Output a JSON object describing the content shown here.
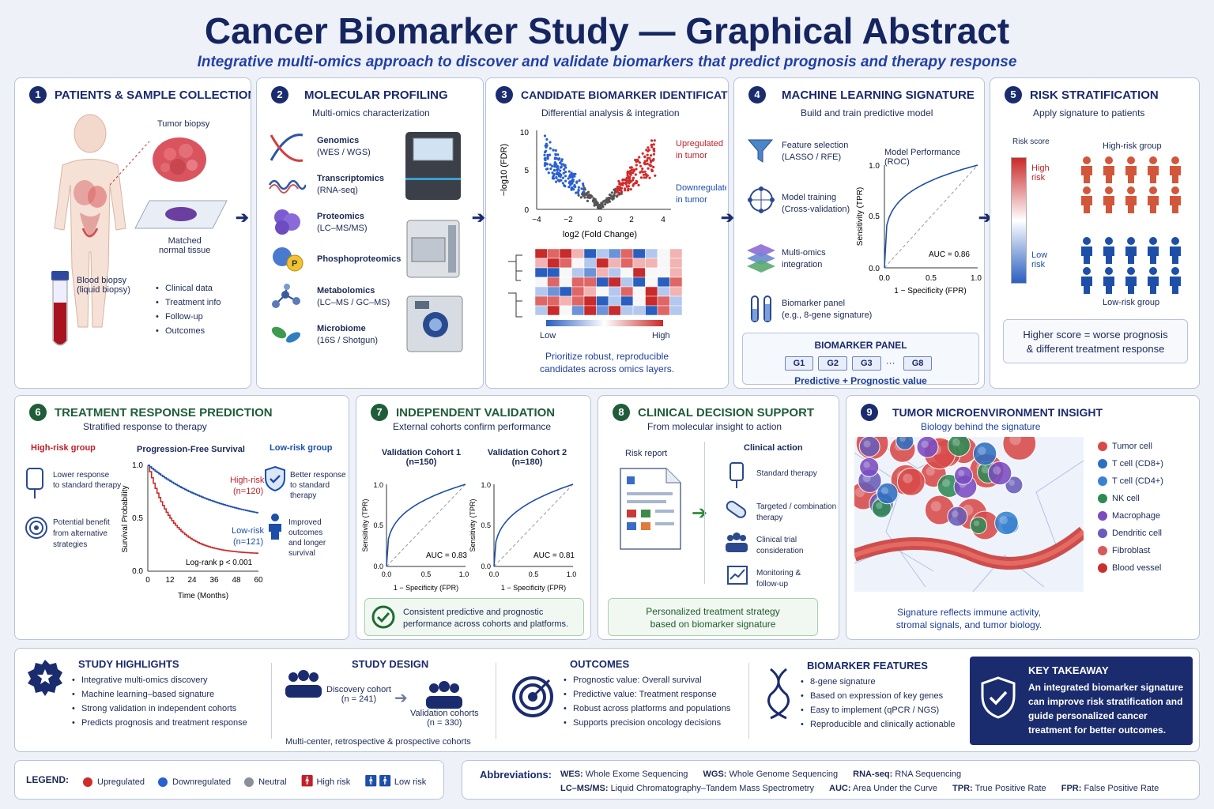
{
  "title": "Cancer Biomarker Study — Graphical Abstract",
  "subtitle": "Integrative multi-omics approach to discover and validate biomarkers that predict prognosis and therapy response",
  "p1": {
    "num": "1",
    "title": "PATIENTS & SAMPLE COLLECTION",
    "tumor": "Tumor biopsy",
    "matched": "Matched",
    "normal": "normal tissue",
    "blood1": "Blood biopsy",
    "blood2": "(liquid biopsy)",
    "list": [
      "Clinical data",
      "Treatment info",
      "Follow-up",
      "Outcomes"
    ]
  },
  "p2": {
    "num": "2",
    "title": "MOLECULAR PROFILING",
    "sub": "Multi-omics characterization",
    "items": [
      {
        "name": "Genomics",
        "detail": "(WES / WGS)"
      },
      {
        "name": "Transcriptomics",
        "detail": "(RNA-seq)"
      },
      {
        "name": "Proteomics",
        "detail": "(LC–MS/MS)"
      },
      {
        "name": "Phosphoproteomics",
        "detail": ""
      },
      {
        "name": "Metabolomics",
        "detail": "(LC–MS / GC–MS)"
      },
      {
        "name": "Microbiome",
        "detail": "(16S / Shotgun)"
      }
    ],
    "p_badge": "P"
  },
  "p3": {
    "num": "3",
    "title": "CANDIDATE BIOMARKER IDENTIFICATION",
    "sub": "Differential analysis & integration",
    "ylabel": "−log10 (FDR)",
    "xlabel": "log2 (Fold Change)",
    "up1": "Upregulated",
    "up2": "in tumor",
    "down1": "Downregulated",
    "down2": "in tumor",
    "yticks": [
      "10",
      "5",
      "0"
    ],
    "xticks": [
      "−4",
      "−2",
      "0",
      "2",
      "4"
    ],
    "low": "Low",
    "high": "High",
    "foot1": "Prioritize robust, reproducible",
    "foot2": "candidates across omics layers."
  },
  "p4": {
    "num": "4",
    "title": "MACHINE LEARNING SIGNATURE",
    "sub": "Build and train predictive model",
    "steps": [
      {
        "a": "Feature selection",
        "b": "(LASSO / RFE)"
      },
      {
        "a": "Model training",
        "b": "(Cross-validation)"
      },
      {
        "a": "Multi-omics",
        "b": "integration"
      },
      {
        "a": "Biomarker panel",
        "b": "(e.g., 8-gene signature)"
      }
    ],
    "roc_title": "Model Performance (ROC)",
    "ylabel": "Sensitivity (TPR)",
    "xlabel": "1 − Specificity (FPR)",
    "auc": "AUC = 0.86",
    "ticks": [
      "0.0",
      "0.5",
      "1.0"
    ],
    "panel_title": "BIOMARKER PANEL",
    "genes": [
      "G1",
      "G2",
      "G3",
      "···",
      "G8"
    ],
    "panel_foot": "Predictive + Prognostic value"
  },
  "p5": {
    "num": "5",
    "title": "RISK STRATIFICATION",
    "sub": "Apply signature to patients",
    "score": "Risk score",
    "high1": "High",
    "high2": "risk",
    "low1": "Low",
    "low2": "risk",
    "hgroup": "High-risk group",
    "lgroup": "Low-risk group",
    "note1": "Higher score = worse prognosis",
    "note2": "& different treatment response"
  },
  "p6": {
    "num": "6",
    "title": "TREATMENT RESPONSE PREDICTION",
    "sub": "Stratified response to therapy",
    "hgroup": "High-risk group",
    "lgroup": "Low-risk group",
    "pfs": "Progression-Free Survival",
    "h1a": "Lower response",
    "h1b": "to standard therapy",
    "h2a": "Potential benefit",
    "h2b": "from alternative",
    "h2c": "strategies",
    "l1a": "Better response",
    "l1b": "to standard therapy",
    "l2a": "Improved outcomes",
    "l2b": "and longer",
    "l2c": "survival",
    "hr1": "High-risk",
    "hr2": "(n=120)",
    "lr1": "Low-risk",
    "lr2": "(n=121)",
    "logrank": "Log-rank p < 0.001",
    "ylabel": "Survival Probability",
    "xlabel": "Time (Months)",
    "yticks": [
      "1.0",
      "0.5",
      "0.0"
    ],
    "xticks": [
      "0",
      "12",
      "24",
      "36",
      "48",
      "60"
    ]
  },
  "p7": {
    "num": "7",
    "title": "INDEPENDENT VALIDATION",
    "sub": "External cohorts confirm performance",
    "c1a": "Validation Cohort 1",
    "c1b": "(n=150)",
    "c2a": "Validation Cohort 2",
    "c2b": "(n=180)",
    "auc1": "AUC = 0.83",
    "auc2": "AUC = 0.81",
    "ylabel": "Sensitivity (TPR)",
    "xlabel": "1 − Specificity (FPR)",
    "ticks": [
      "0.0",
      "0.5",
      "1.0"
    ],
    "foot1": "Consistent predictive and prognostic",
    "foot2": "performance across cohorts and platforms."
  },
  "p8": {
    "num": "8",
    "title": "CLINICAL DECISION SUPPORT",
    "sub": "From molecular insight to action",
    "report": "Risk report",
    "action": "Clinical action",
    "actions": [
      {
        "a": "Standard therapy",
        "b": ""
      },
      {
        "a": "Targeted / combination",
        "b": "therapy"
      },
      {
        "a": "Clinical trial",
        "b": "consideration"
      },
      {
        "a": "Monitoring &",
        "b": "follow-up"
      }
    ],
    "foot1": "Personalized treatment strategy",
    "foot2": "based on biomarker signature"
  },
  "p9": {
    "num": "9",
    "title": "TUMOR MICROENVIRONMENT INSIGHT",
    "sub": "Biology behind the signature",
    "cells": [
      {
        "name": "Tumor cell",
        "color": "#d94a4a"
      },
      {
        "name": "T cell (CD8+)",
        "color": "#2f6fc0"
      },
      {
        "name": "T cell (CD4+)",
        "color": "#3a82d0"
      },
      {
        "name": "NK cell",
        "color": "#2e8a55"
      },
      {
        "name": "Macrophage",
        "color": "#7a4cc0"
      },
      {
        "name": "Dendritic cell",
        "color": "#6a5cb8"
      },
      {
        "name": "Fibroblast",
        "color": "#d65a5a"
      },
      {
        "name": "Blood vessel",
        "color": "#c8302e"
      }
    ],
    "foot1": "Signature reflects immune activity,",
    "foot2": "stromal signals, and tumor biology."
  },
  "highlights": {
    "title": "STUDY HIGHLIGHTS",
    "items": [
      "Integrative multi-omics discovery",
      "Machine learning–based signature",
      "Strong validation in independent cohorts",
      "Predicts prognosis and treatment response"
    ]
  },
  "design": {
    "title": "STUDY DESIGN",
    "disc1": "Discovery cohort",
    "disc2": "(n = 241)",
    "val1": "Validation cohorts",
    "val2": "(n = 330)",
    "foot": "Multi-center, retrospective & prospective cohorts"
  },
  "outcomes": {
    "title": "OUTCOMES",
    "items": [
      "Prognostic value: Overall survival",
      "Predictive value: Treatment response",
      "Robust across platforms and populations",
      "Supports precision oncology decisions"
    ]
  },
  "features": {
    "title": "BIOMARKER FEATURES",
    "items": [
      "8-gene signature",
      "Based on expression of key genes",
      "Easy to implement (qPCR / NGS)",
      "Reproducible and clinically actionable"
    ]
  },
  "takeaway": {
    "title": "KEY TAKEAWAY",
    "text": "An integrated biomarker signature can improve risk stratification and guide personalized cancer treatment for better outcomes."
  },
  "legend": {
    "label": "LEGEND:",
    "items": [
      {
        "name": "Upregulated",
        "color": "#d02a2a"
      },
      {
        "name": "Downregulated",
        "color": "#2a5fd0"
      },
      {
        "name": "Neutral",
        "color": "#8a8f99"
      }
    ],
    "high": "High risk",
    "low": "Low risk"
  },
  "abbr": {
    "label": "Abbreviations:",
    "row1": [
      {
        "k": "WES:",
        "v": "Whole Exome Sequencing"
      },
      {
        "k": "WGS:",
        "v": "Whole Genome Sequencing"
      },
      {
        "k": "RNA-seq:",
        "v": "RNA Sequencing"
      }
    ],
    "row2": [
      {
        "k": "LC–MS/MS:",
        "v": "Liquid Chromatography–Tandem Mass Spectrometry"
      },
      {
        "k": "AUC:",
        "v": "Area Under the Curve"
      },
      {
        "k": "TPR:",
        "v": "True Positive Rate"
      },
      {
        "k": "FPR:",
        "v": "False Positive Rate"
      }
    ]
  }
}
